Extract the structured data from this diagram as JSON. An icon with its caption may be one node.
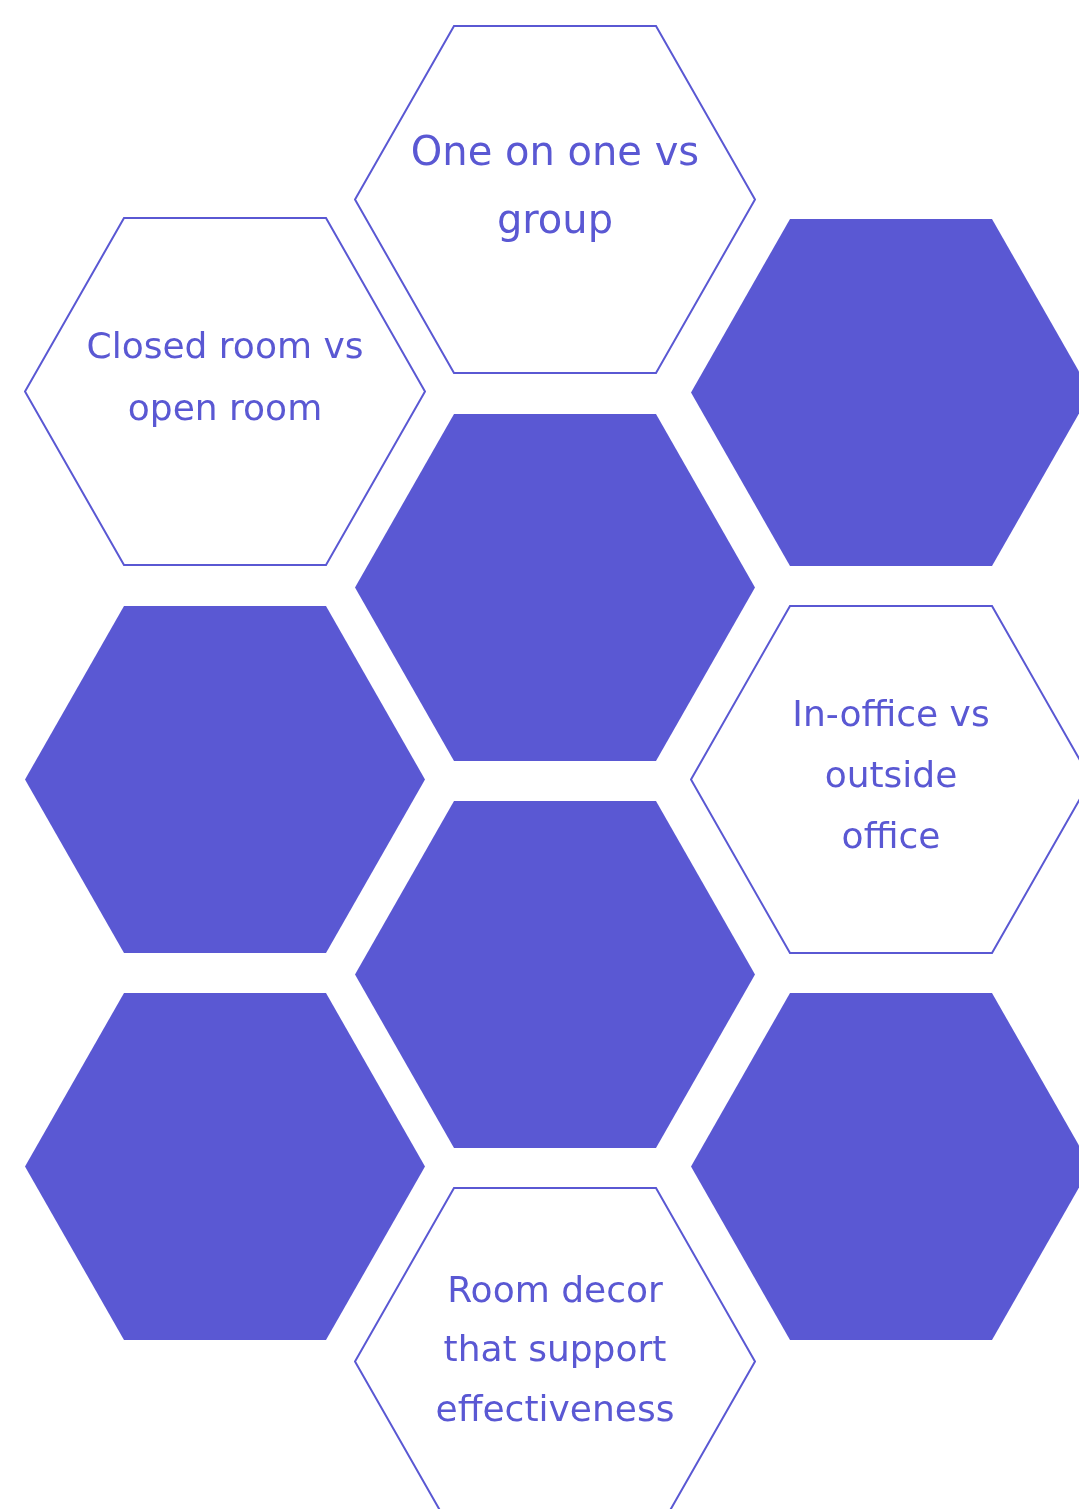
{
  "diagram": {
    "nodes": [
      {
        "text": [
          "One on one vs group"
        ]
      },
      {
        "text": [
          "Closed room vs open room"
        ]
      },
      {
        "text": [],
        "shape": "hexagon"
      },
      {
        "text": [],
        "shape": "hexagon"
      },
      {
        "text": [],
        "shape": "hexagon"
      },
      {
        "text": [
          "In-office vs outside office"
        ]
      },
      {
        "text": [],
        "shape": "hexagon"
      },
      {
        "text": [],
        "shape": "hexagon"
      },
      {
        "text": [],
        "shape": "hexagon"
      },
      {
        "text": [
          "Room decor that support effectiveness"
        ]
      }
    ]
  }
}
